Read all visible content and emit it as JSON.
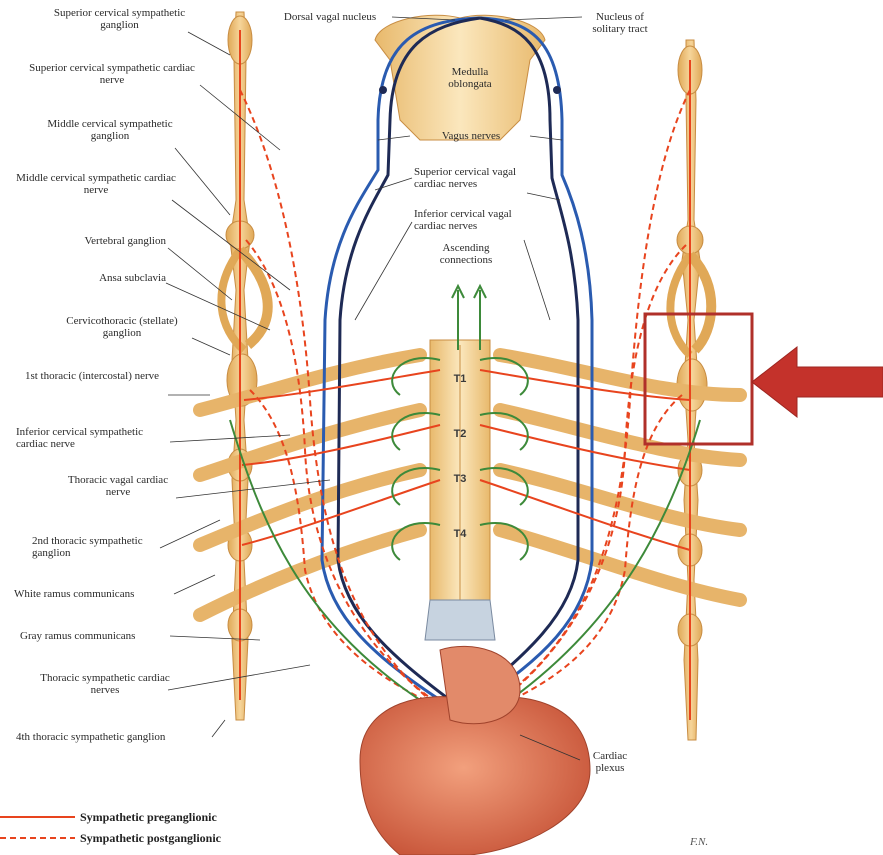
{
  "labels": {
    "superior_cervical_ganglion": "Superior cervical sympathetic ganglion",
    "superior_cervical_cardiac_nerve": "Superior cervical sympathetic cardiac nerve",
    "middle_cervical_ganglion": "Middle cervical sympathetic ganglion",
    "middle_cervical_cardiac_nerve": "Middle cervical sympathetic cardiac nerve",
    "vertebral_ganglion": "Vertebral ganglion",
    "ansa_subclavia": "Ansa subclavia",
    "cervicothoracic_ganglion": "Cervicothoracic (stellate) ganglion",
    "first_thoracic_nerve": "1st thoracic (intercostal) nerve",
    "inferior_cervical_cardiac_nerve": "Inferior cervical sympathetic cardiac nerve",
    "thoracic_vagal_cardiac_nerve": "Thoracic vagal cardiac nerve",
    "second_thoracic_ganglion": "2nd thoracic sympathetic ganglion",
    "white_ramus": "White ramus communicans",
    "gray_ramus": "Gray ramus communicans",
    "thoracic_sympathetic_cardiac_nerves": "Thoracic sympathetic cardiac nerves",
    "fourth_thoracic_ganglion": "4th thoracic sympathetic ganglion",
    "dorsal_vagal_nucleus": "Dorsal vagal nucleus",
    "nucleus_solitary_tract": "Nucleus of solitary tract",
    "medulla": "Medulla oblongata",
    "vagus_nerves": "Vagus nerves",
    "superior_cervical_vagal": "Superior cervical vagal cardiac nerves",
    "inferior_cervical_vagal": "Inferior cervical vagal cardiac nerves",
    "ascending_connections": "Ascending connections",
    "cardiac_plexus": "Cardiac plexus"
  },
  "segments": [
    "T1",
    "T2",
    "T3",
    "T4"
  ],
  "legend": {
    "preganglionic": "Sympathetic preganglionic",
    "postganglionic": "Sympathetic postganglionic"
  },
  "signature": "F.N.",
  "colors": {
    "nerve_red": "#e8441e",
    "vagus_blue": "#2a5bb0",
    "ramus_green": "#3d8a3a",
    "ganglion_tan": "#f0c27a",
    "highlight_box": "#b0302a",
    "arrow_red": "#c4322b"
  }
}
